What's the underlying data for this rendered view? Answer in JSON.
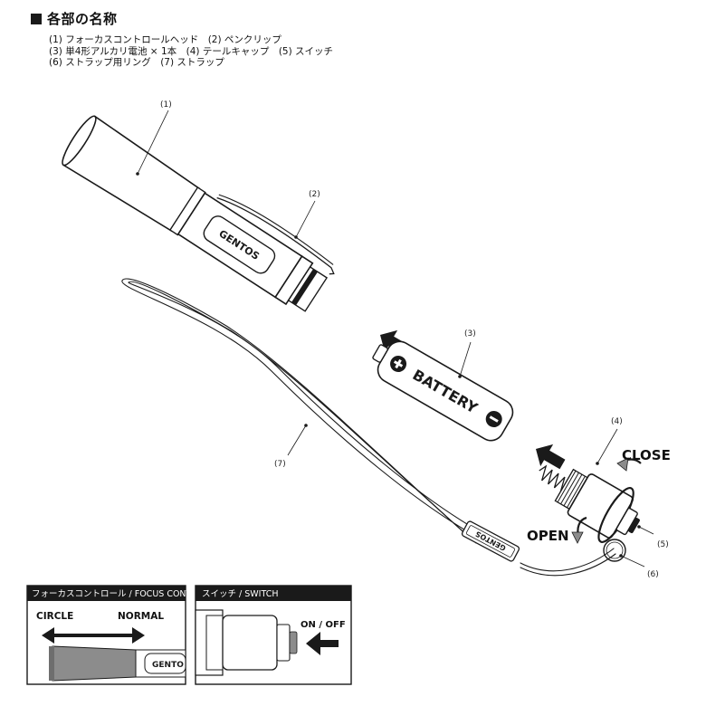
{
  "header": {
    "title": "各部の名称"
  },
  "legend": [
    "(1) フォーカスコントロールヘッド　(2) ペンクリップ",
    "(3) 単4形アルカリ電池 × 1本　(4) テールキャップ　(5) スイッチ",
    "(6) ストラップ用リング　(7) ストラップ"
  ],
  "callouts": {
    "c1": "(1)",
    "c2": "(2)",
    "c3": "(3)",
    "c4": "(4)",
    "c5": "(5)",
    "c6": "(6)",
    "c7": "(7)"
  },
  "body_brand": "GENTOS",
  "battery": {
    "label": "BATTERY"
  },
  "strap_brand": "GENTOS",
  "cap_labels": {
    "close": "CLOSE",
    "open": "OPEN"
  },
  "inset_focus": {
    "header": "フォーカスコントロール / FOCUS CONTROL",
    "left_label": "CIRCLE",
    "right_label": "NORMAL",
    "brand": "GENTO"
  },
  "inset_switch": {
    "header": "スイッチ / SWITCH",
    "label": "ON / OFF"
  },
  "colors": {
    "ink": "#1a1a1a",
    "paper": "#ffffff",
    "head_gray": "#8c8c8c"
  }
}
